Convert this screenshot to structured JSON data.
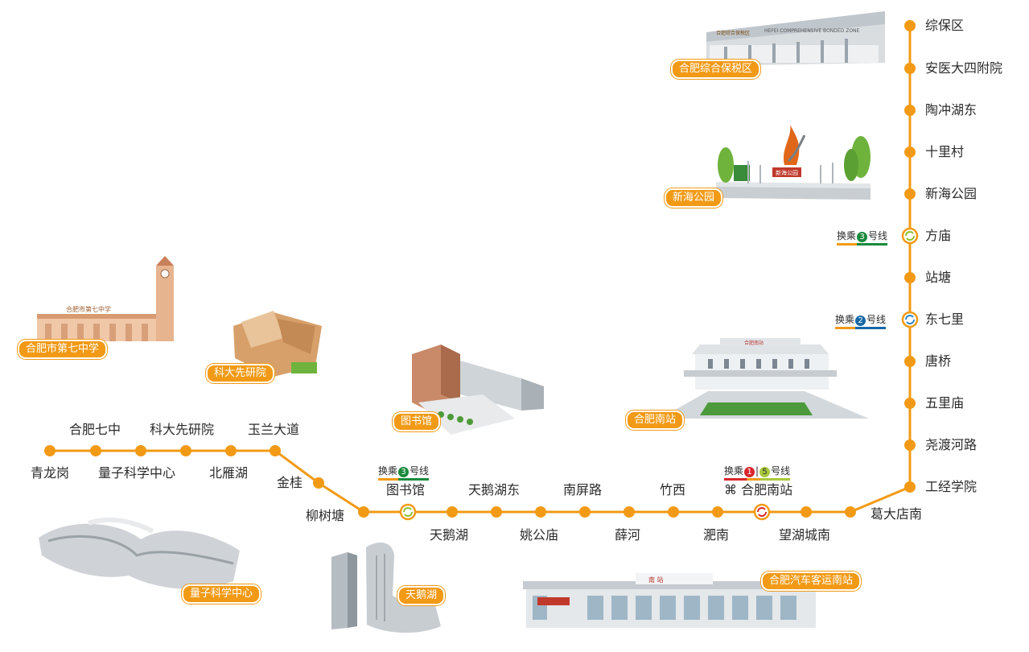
{
  "colors": {
    "line": "#f29a16",
    "line3": "#1a8a3c",
    "line2": "#1668a8",
    "line1": "#d8262c",
    "line5": "#a8c83a"
  },
  "stations": {
    "zongbaoqu": "综保区",
    "anyi": "安医大四附院",
    "taochonghudong": "陶冲湖东",
    "shilicun": "十里村",
    "xinhaigongyuan": "新海公园",
    "fangmiao": "方庙",
    "zhantang": "站塘",
    "dongqili": "东七里",
    "tangqiao": "唐桥",
    "wulimiao": "五里庙",
    "yaoduhelu": "尧渡河路",
    "gongjingxueyuan": "工经学院",
    "gedadiannan": "葛大店南",
    "wanghuchengnan": "望湖城南",
    "hefeinanzhan": "合肥南站",
    "feinan": "淝南",
    "zhuxi": "竹西",
    "xuehe": "薛河",
    "nanpinglu": "南屏路",
    "yaogongmiao": "姚公庙",
    "tianehudong": "天鹅湖东",
    "tianehu": "天鹅湖",
    "tushuguan": "图书馆",
    "liushutang": "柳树塘",
    "jingui": "金桂",
    "yulandadao": "玉兰大道",
    "beiyanhu": "北雁湖",
    "kedaxianyanjiuyuan": "科大先研院",
    "liangzikexuezhongxin": "量子科学中心",
    "hefeiqizhong": "合肥七中",
    "qinglonggang": "青龙岗"
  },
  "transfers": {
    "fangmiao": {
      "text_pre": "换乘",
      "line": "3",
      "text_post": "号线"
    },
    "dongqili": {
      "text_pre": "换乘",
      "line": "2",
      "text_post": "号线"
    },
    "tushuguan": {
      "text_pre": "换乘",
      "line": "3",
      "text_post": "号线"
    },
    "hefeinanzhan": {
      "text_pre": "换乘",
      "line_a": "1",
      "separator": "|",
      "line_b": "5",
      "text_post": "号线"
    }
  },
  "landmarks": {
    "bonded_zone": "合肥综合保税区",
    "xinhai_park": "新海公园",
    "hefei_no7_school": "合肥市第七中学",
    "ustc_institute": "科大先研院",
    "library": "图书馆",
    "hefei_south_station": "合肥南站",
    "quantum_center": "量子科学中心",
    "swan_lake": "天鹅湖",
    "bus_south_station": "合肥汽车客运南站"
  },
  "sign_text": {
    "school_sign": "合肥市第七中学",
    "station_sign": "合肥南站",
    "park_sign": "新海公园",
    "bus_sign_top": "南 站",
    "bonded_sign_cn": "合肥综合保税区",
    "bonded_sign_en": "HEFEI COMPREHENSIVE BONDED ZONE"
  }
}
